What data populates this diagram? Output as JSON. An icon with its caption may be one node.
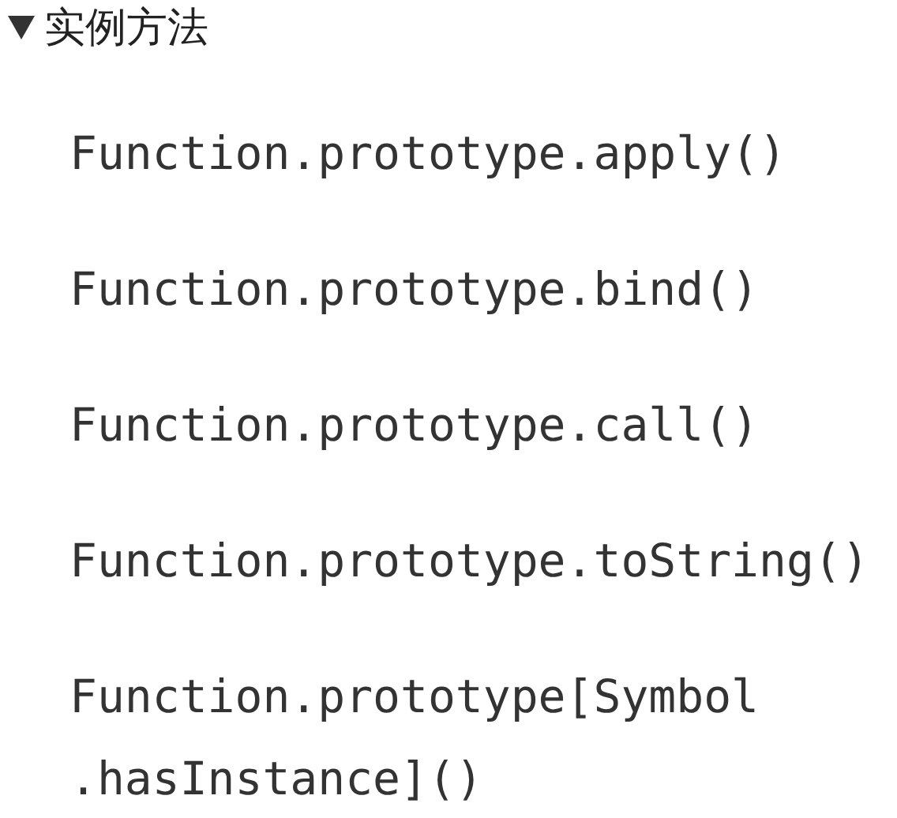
{
  "diagram": {
    "title": "实例方法",
    "labels": [
      "Function.prototype.apply()",
      "Function.prototype.bind()",
      "Function.prototype.call()",
      "Function.prototype.toString()",
      "Function.prototype[Symbol .hasInstance]()"
    ]
  }
}
